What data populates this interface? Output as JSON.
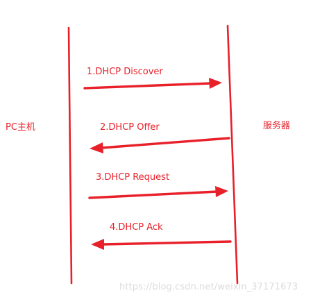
{
  "colors": {
    "accent": "#e8202a",
    "watermark": "#dcdcdc"
  },
  "nodes": {
    "left": "PC主机",
    "right": "服务器"
  },
  "messages": [
    {
      "label": "1.DHCP Discover",
      "direction": "to-server"
    },
    {
      "label": "2.DHCP Offer",
      "direction": "to-client"
    },
    {
      "label": "3.DHCP Request",
      "direction": "to-server"
    },
    {
      "label": "4.DHCP Ack",
      "direction": "to-client"
    }
  ],
  "watermark": "https://blog.csdn.net/weixin_37171673"
}
